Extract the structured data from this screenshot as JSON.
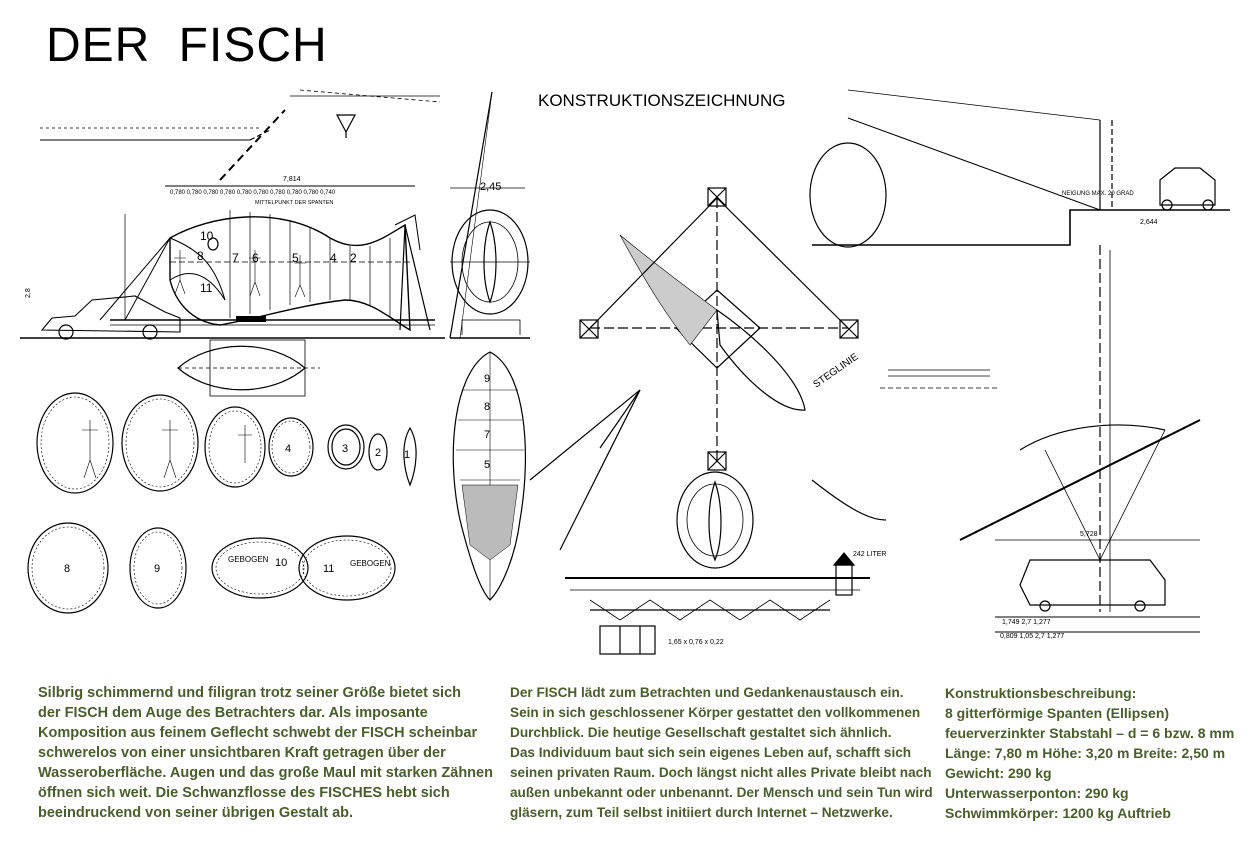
{
  "title": "DER  FISCH",
  "subtitle": "KONSTRUKTIONSZEICHNUNG",
  "annotations": {
    "top_row_dims": "0,780  0,780  0,780  0,780  0,780  0,780  0,780  0,780  0,780  0,740",
    "overall_length": "7,814",
    "mittelpunkt": "MITTELPUNKT DER SPANTEN",
    "dim_245": "2,45",
    "dim_28": "2,8",
    "steglinie": "STEGLINIE",
    "neigung": "NEIGUNG MAX. 20 GRAD",
    "liter": "242 LITER",
    "gebogen": "GEBOGEN",
    "plate_dims": "1,65 x 0,76 x 0,22",
    "dim_2644": "2,644",
    "dim_5728": "5,728",
    "bottom_dims_1": "1,749    2,7    1,277",
    "bottom_dims_2": "0,809   1,05    2,7    1,277"
  },
  "rib_labels": [
    "1",
    "2",
    "3",
    "4",
    "5",
    "6",
    "7",
    "8",
    "9",
    "10",
    "11"
  ],
  "description_left": [
    "Silbrig schimmernd und filigran trotz seiner Größe bietet sich",
    "der FISCH dem Auge des Betrachters dar. Als imposante",
    "Komposition aus feinem Geflecht schwebt der FISCH scheinbar",
    "schwerelos von einer unsichtbaren Kraft getragen über der",
    "Wasseroberfläche. Augen und das große Maul mit starken Zähnen",
    "öffnen sich weit. Die Schwanzflosse des FISCHES hebt sich",
    "beeindruckend von seiner übrigen Gestalt ab."
  ],
  "description_middle": [
    "Der FISCH lädt zum Betrachten und Gedankenaustausch ein.",
    "Sein in sich geschlossener Körper gestattet den vollkommenen",
    "Durchblick. Die heutige Gesellschaft  gestaltet sich ähnlich.",
    "Das Individuum baut sich sein eigenes Leben auf, schafft sich",
    "seinen privaten Raum. Doch längst nicht alles Private bleibt nach",
    "außen unbekannt oder unbenannt. Der Mensch und sein Tun wird",
    "gläsern, zum Teil selbst initiiert durch Internet – Netzwerke."
  ],
  "description_right": [
    "Konstruktionsbeschreibung:",
    "8 gitterförmige Spanten (Ellipsen)",
    "feuerverzinkter Stabstahl – d =  6 bzw. 8 mm",
    "Länge: 7,80 m  Höhe: 3,20 m    Breite: 2,50 m",
    "Gewicht: 290 kg",
    "Unterwasserponton: 290 kg",
    "Schwimmkörper: 1200 kg Auftrieb"
  ],
  "colors": {
    "ink": "#000000",
    "text_green": "#4a5d2e",
    "background": "#ffffff"
  }
}
